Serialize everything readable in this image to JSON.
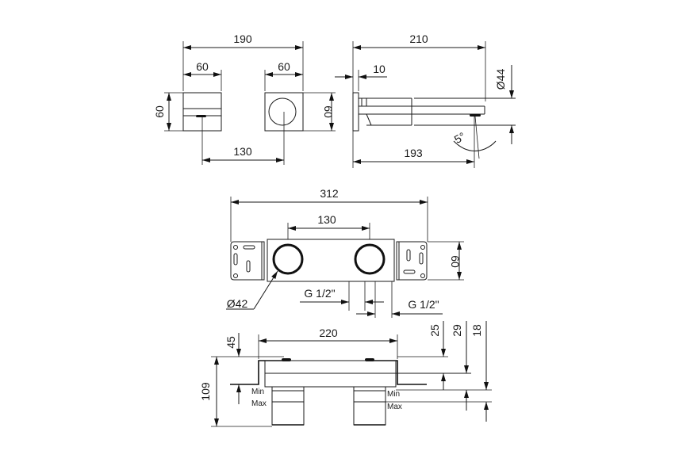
{
  "drawing": {
    "front_view": {
      "overall_width": "190",
      "left_block_width": "60",
      "right_block_width": "60",
      "left_height": "60",
      "right_height": "60",
      "center_distance": "130"
    },
    "side_view": {
      "length": "210",
      "plate_thickness": "10",
      "diameter": "Ø44",
      "outlet_distance": "193",
      "angle": "5°"
    },
    "box_top_view": {
      "overall_width": "312",
      "center_distance": "130",
      "height": "60",
      "port_diameter": "Ø42",
      "thread_left": "G 1/2\"",
      "thread_right": "G 1/2\""
    },
    "box_side_view": {
      "body_width": "220",
      "flange_height": "45",
      "total_depth": "109",
      "dim_25": "25",
      "dim_29": "29",
      "dim_18": "18",
      "min_label_left": "Min",
      "max_label_left": "Max",
      "min_label_right": "Min",
      "max_label_right": "Max"
    }
  }
}
